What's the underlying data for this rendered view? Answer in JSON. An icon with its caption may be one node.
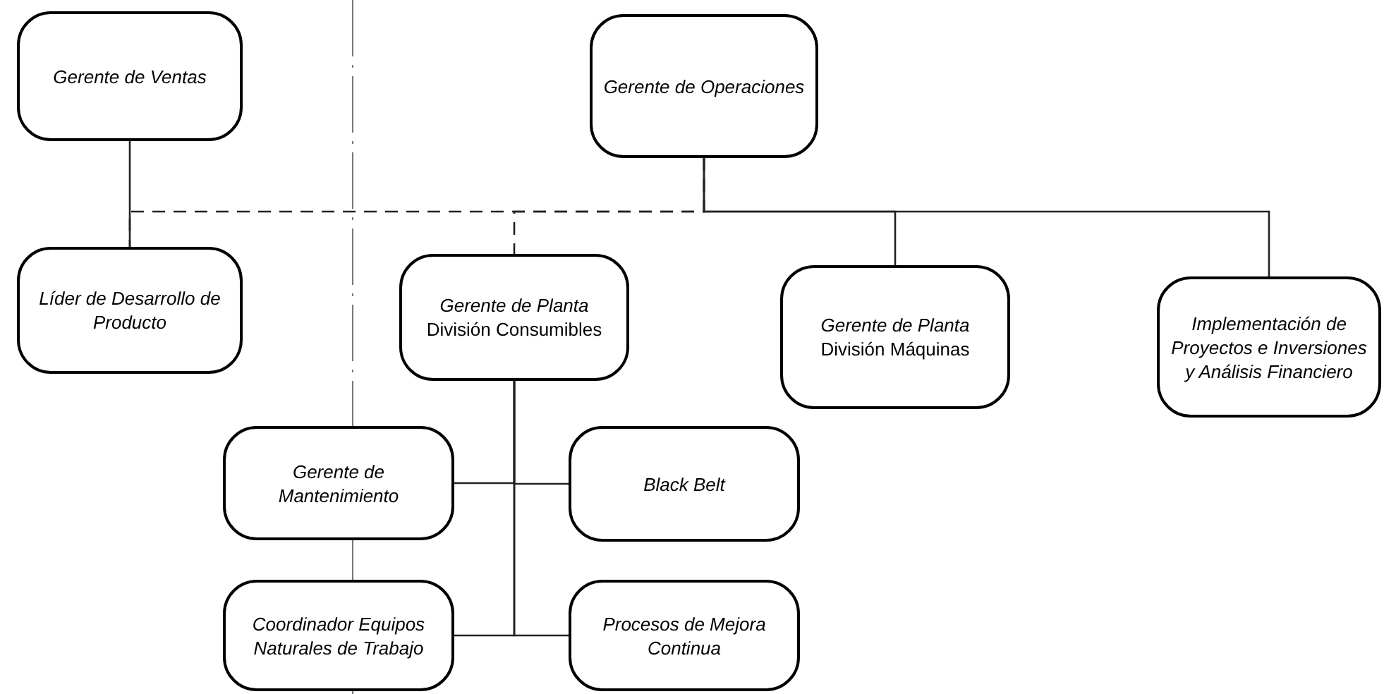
{
  "diagram": {
    "nodes": [
      {
        "text": [
          "Gerente de Ventas"
        ]
      },
      {
        "text": [
          "Gerente de Operaciones"
        ]
      },
      {
        "text": [
          "Líder de Desarrollo de Producto"
        ]
      },
      {
        "text": [
          "Gerente de Planta",
          "División Consumibles"
        ]
      },
      {
        "text": [
          "Gerente de Planta",
          "División Máquinas"
        ]
      },
      {
        "text": [
          "Implementación de Proyectos e Inversiones y Análisis Financiero"
        ]
      },
      {
        "text": [
          "Gerente de Mantenimiento"
        ]
      },
      {
        "text": [
          "Black Belt"
        ]
      },
      {
        "text": [
          "Coordinador Equipos Naturales de Trabajo"
        ]
      },
      {
        "text": [
          "Procesos de Mejora Continua"
        ]
      }
    ],
    "edges": [
      {
        "from": 0,
        "to": 2,
        "arrow": "none"
      },
      {
        "from": 1,
        "to": 2,
        "arrow": "none",
        "style": "dashed"
      },
      {
        "from": 1,
        "to": 3,
        "arrow": "none",
        "style": "dashed"
      },
      {
        "from": 1,
        "to": 4,
        "arrow": "none"
      },
      {
        "from": 1,
        "to": 5,
        "arrow": "none"
      },
      {
        "from": 3,
        "to": 6,
        "arrow": "none"
      },
      {
        "from": 3,
        "to": 7,
        "arrow": "none"
      },
      {
        "from": 3,
        "to": 8,
        "arrow": "none"
      },
      {
        "from": 3,
        "to": 9,
        "arrow": "none"
      }
    ]
  }
}
